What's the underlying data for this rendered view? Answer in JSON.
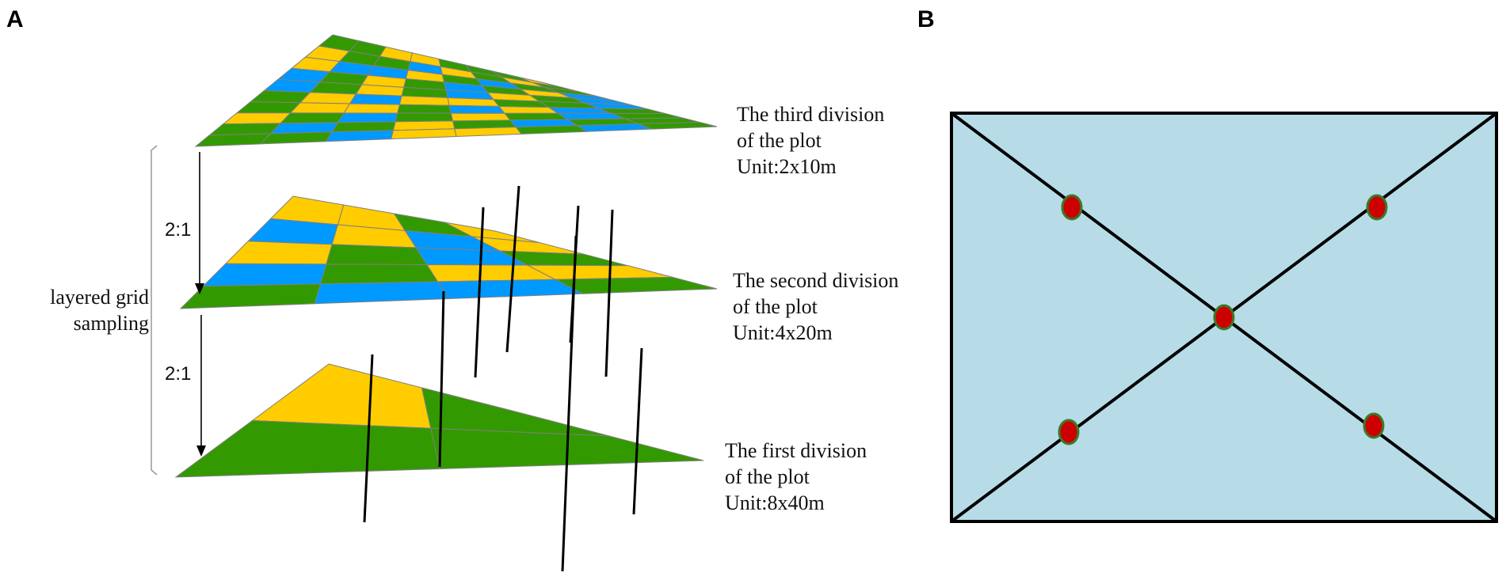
{
  "panels": {
    "a": {
      "letter": "A"
    },
    "b": {
      "letter": "B"
    }
  },
  "layers": {
    "third": {
      "line1": "The third division",
      "line2": "of the plot",
      "unit": "Unit:2x10m"
    },
    "second": {
      "line1": "The second division",
      "line2": "of the plot",
      "unit": "Unit:4x20m"
    },
    "first": {
      "line1": "The first division",
      "line2": "of the plot",
      "unit": "Unit:8x40m"
    }
  },
  "sampling_label": {
    "line1": "layered grid",
    "line2": "sampling"
  },
  "ratios": {
    "upper": "2:1",
    "lower": "2:1"
  },
  "colors": {
    "green": "#339900",
    "yellow": "#ffcc00",
    "blue": "#0099ff",
    "plot_fill": "#b7dce8",
    "sample_point": "#cc0000",
    "sample_point_ring": "#3a7a2a"
  },
  "grids": {
    "first": [
      [
        "Y",
        "G"
      ],
      [
        "G",
        "G"
      ]
    ],
    "second": [
      [
        "Y",
        "Y",
        "G",
        "Y"
      ],
      [
        "B",
        "Y",
        "B",
        "Y"
      ],
      [
        "Y",
        "G",
        "B",
        "G"
      ],
      [
        "B",
        "G",
        "Y",
        "Y"
      ],
      [
        "G",
        "B",
        "B",
        "G"
      ]
    ],
    "third": [
      [
        "G",
        "G",
        "Y",
        "Y",
        "G",
        "G",
        "G",
        "Y"
      ],
      [
        "Y",
        "G",
        "G",
        "B",
        "Y",
        "G",
        "Y",
        "G"
      ],
      [
        "Y",
        "B",
        "B",
        "Y",
        "G",
        "B",
        "G",
        "G"
      ],
      [
        "B",
        "G",
        "Y",
        "G",
        "B",
        "G",
        "Y",
        "B"
      ],
      [
        "B",
        "G",
        "Y",
        "G",
        "B",
        "Y",
        "G",
        "B"
      ],
      [
        "G",
        "Y",
        "B",
        "Y",
        "Y",
        "G",
        "G",
        "B"
      ],
      [
        "G",
        "Y",
        "Y",
        "G",
        "B",
        "Y",
        "B",
        "G"
      ],
      [
        "Y",
        "G",
        "B",
        "G",
        "Y",
        "G",
        "B",
        "G"
      ],
      [
        "G",
        "B",
        "G",
        "Y",
        "G",
        "B",
        "G",
        "G"
      ],
      [
        "G",
        "G",
        "B",
        "Y",
        "Y",
        "G",
        "B",
        "G"
      ]
    ]
  }
}
